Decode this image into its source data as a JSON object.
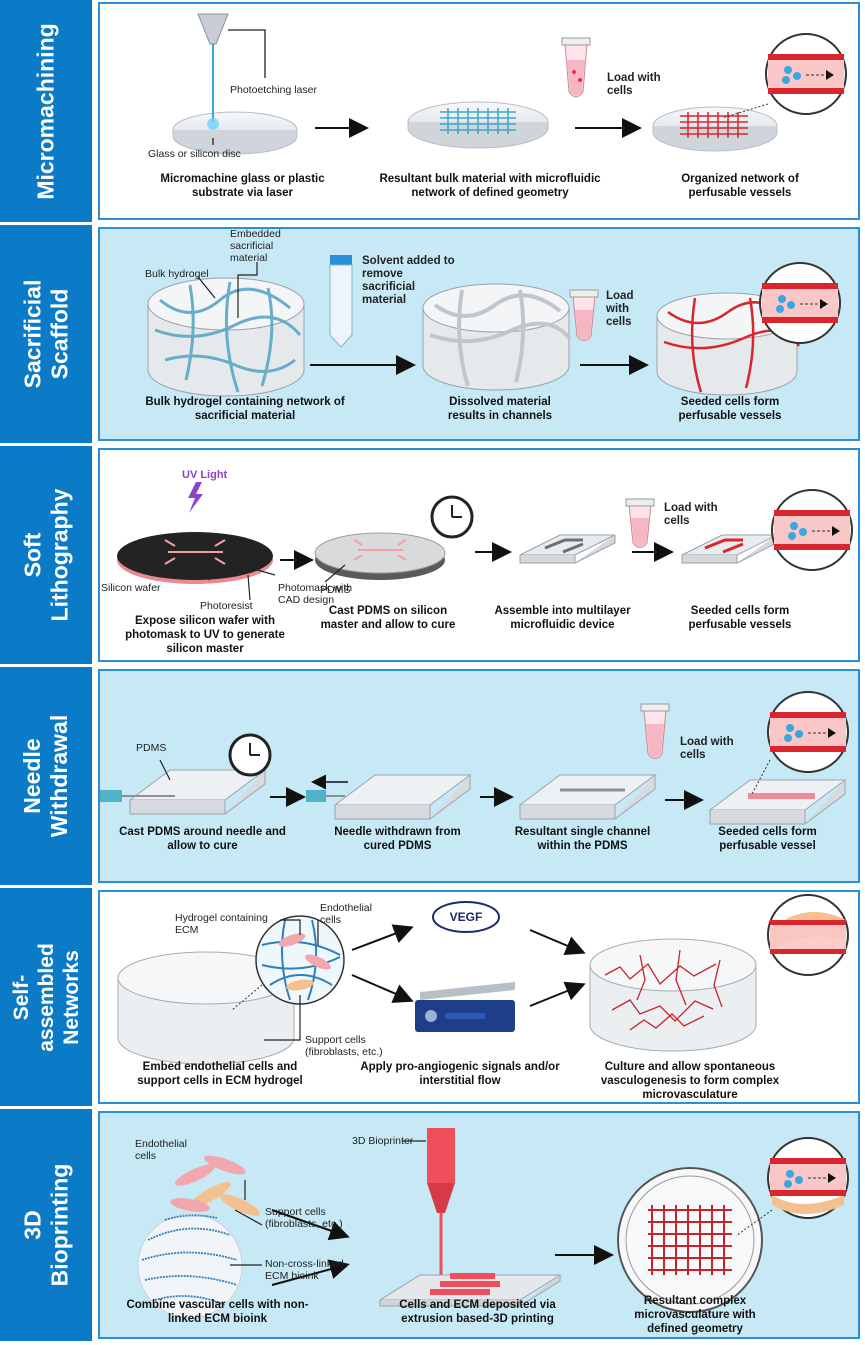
{
  "panels": [
    {
      "label": "Micromachining",
      "annotations": {
        "laser": "Photoetching laser",
        "disc": "Glass or silicon disc",
        "load": "Load with cells"
      },
      "captions": [
        "Micromachine glass or plastic substrate via laser",
        "Resultant bulk material with microfluidic network of defined geometry",
        "Organized network of perfusable vessels"
      ]
    },
    {
      "label": "Sacrificial Scaffold",
      "annotations": {
        "embedded": "Embedded sacrificial material",
        "bulk": "Bulk hydrogel",
        "solvent": "Solvent added to remove sacrificial material",
        "load": "Load with cells"
      },
      "captions": [
        "Bulk hydrogel containing network of sacrificial material",
        "Dissolved material results in channels",
        "Seeded cells form perfusable vessels"
      ]
    },
    {
      "label": "Soft Lithography",
      "annotations": {
        "uv": "UV Light",
        "wafer": "Silicon wafer",
        "photoresist": "Photoresist",
        "photomask": "Photomask with CAD design",
        "pdms": "PDMS",
        "load": "Load with cells"
      },
      "captions": [
        "Expose silicon wafer with photomask to UV to generate silicon master",
        "Cast PDMS on silicon master and allow to cure",
        "Assemble into multilayer microfluidic device",
        "Seeded cells form perfusable vessels"
      ]
    },
    {
      "label": "Needle Withdrawal",
      "annotations": {
        "pdms": "PDMS",
        "load": "Load with cells"
      },
      "captions": [
        "Cast PDMS around needle and allow to cure",
        "Needle withdrawn from cured PDMS",
        "Resultant single channel within the PDMS",
        "Seeded cells form perfusable vessel"
      ]
    },
    {
      "label": "Self-assembled Networks",
      "annotations": {
        "hydrogel": "Hydrogel containing ECM",
        "endothelial": "Endothelial cells",
        "support": "Support cells (fibroblasts, etc.)",
        "vegf": "VEGF"
      },
      "captions": [
        "Embed endothelial cells and support cells in ECM hydrogel",
        "Apply pro-angiogenic signals and/or interstitial flow",
        "Culture and allow spontaneous vasculogenesis to form complex microvasculature"
      ]
    },
    {
      "label": "3D Bioprinting",
      "annotations": {
        "endothelial": "Endothelial cells",
        "support": "Support cells (fibroblasts, etc.)",
        "bioink": "Non-cross-linked ECM bioink",
        "printer": "3D Bioprinter"
      },
      "captions": [
        "Combine vascular cells with non-linked ECM bioink",
        "Cells and ECM deposited via extrusion based-3D printing",
        "Resultant complex microvasculature with defined geometry"
      ]
    }
  ],
  "colors": {
    "label_bar": "#0b7ac7",
    "panel_border": "#2a8fd8",
    "panel_blue": "#c7e9f6",
    "vessel_red": "#d9262e",
    "cell_blue": "#3aa6e0",
    "uv_purple": "#8b44c8"
  }
}
